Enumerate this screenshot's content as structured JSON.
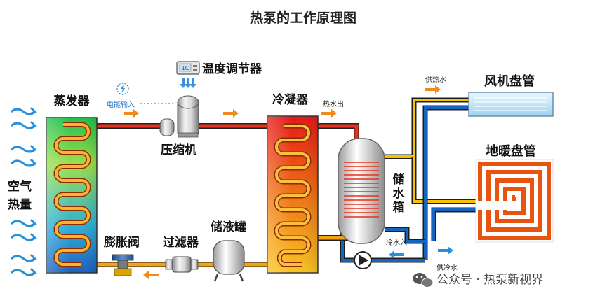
{
  "title": "热泵的工作原理图",
  "labels": {
    "evaporator": "蒸发器",
    "condenser": "冷凝器",
    "compressor": "压缩机",
    "temp_controller": "温度调节器",
    "controller_display": "1C",
    "power_input": "电能输入",
    "air_heat_1": "空气",
    "air_heat_2": "热量",
    "expansion_valve": "膨胀阀",
    "filter": "过滤器",
    "receiver": "储液罐",
    "storage_1": "储",
    "storage_2": "水",
    "storage_3": "箱",
    "hot_water_out": "热水出",
    "cold_water_in": "冷水入",
    "heat_supply": "供热水",
    "cold_supply": "供冷水",
    "fan_coil": "风机盘管",
    "floor_heating": "地暖盘管"
  },
  "watermark": "公众号 · 热泵新视界",
  "colors": {
    "refrigerant": "#e8301c",
    "hot_pipe": "#f5c400",
    "cold_pipe": "#1565c0",
    "arrow_orange": "#f08a1c",
    "arrow_blue": "#2a8fd6",
    "coil_outline": "#f4a000"
  }
}
